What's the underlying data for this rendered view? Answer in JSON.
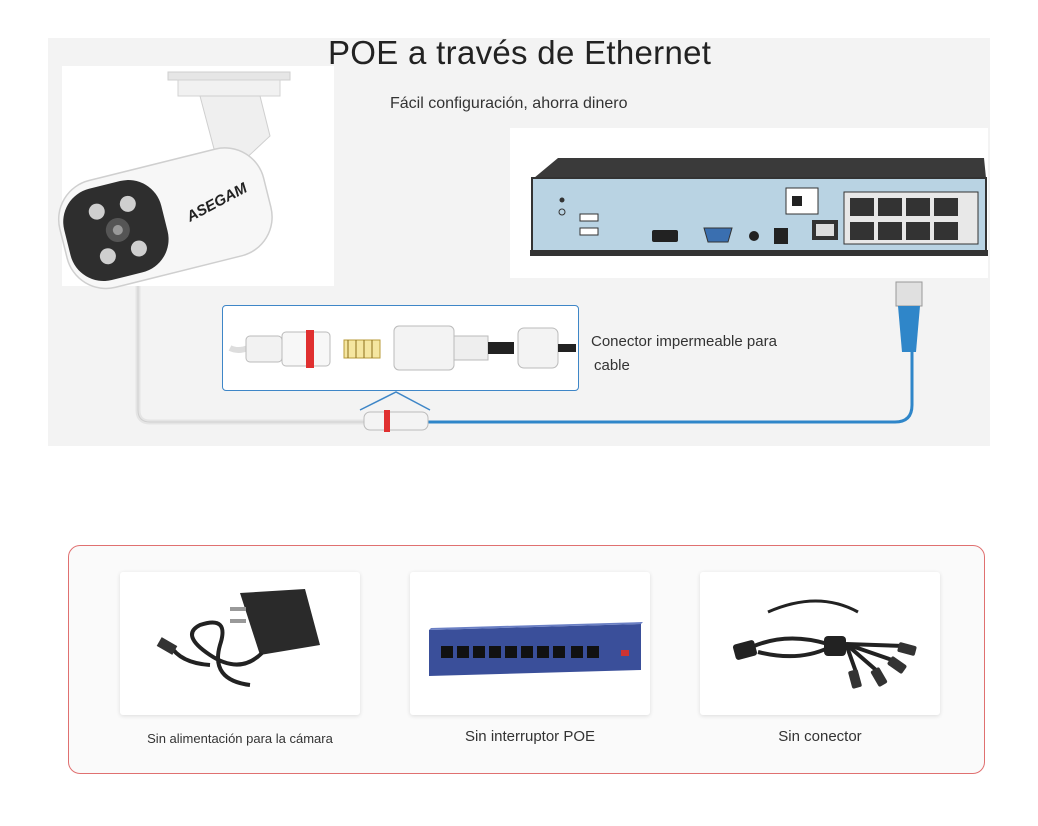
{
  "header": {
    "title": "POE a través de Ethernet",
    "subtitle": "Fácil configuración, ahorra dinero"
  },
  "camera": {
    "brand": "ASEGAM"
  },
  "connector": {
    "label_line1": "Conector impermeable para",
    "label_line2": "cable"
  },
  "not_needed": {
    "items": [
      {
        "label": "Sin alimentación para la cámara",
        "icon": "power-adapter-icon"
      },
      {
        "label": "Sin interruptor POE",
        "icon": "poe-switch-icon"
      },
      {
        "label": "Sin conector",
        "icon": "splitter-cable-icon"
      }
    ]
  },
  "colors": {
    "cable_blue": "#2f86c9",
    "frame_red": "#e07070",
    "nvr_face": "#b9d3e3"
  }
}
